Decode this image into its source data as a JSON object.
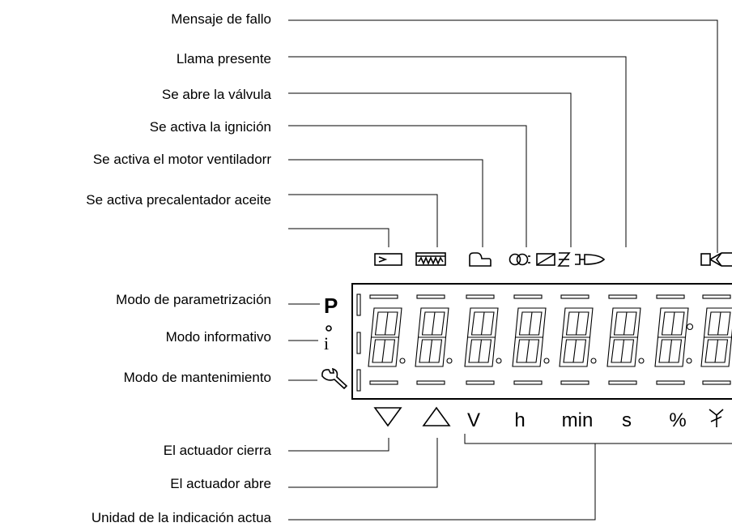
{
  "labels": {
    "fault_message": "Mensaje de fallo",
    "flame_present": "Llama presente",
    "valve_opens": "Se abre la válvula",
    "ignition_on": "Se activa la ignición",
    "fan_motor_on": "Se activa el motor ventiladorr",
    "oil_preheater_on": "Se activa precalentador aceite",
    "parametrization_mode": "Modo de parametrización",
    "info_mode": "Modo informativo",
    "service_mode": "Modo de mantenimiento",
    "actuator_closes": "El actuador cierra",
    "actuator_opens": "El actuador abre",
    "current_unit": "Unidad de la indicación actua"
  },
  "mode_symbols": {
    "parametrization": "P",
    "info": "i"
  },
  "units": [
    "V",
    "h",
    "min",
    "s",
    "%"
  ],
  "icons": {
    "oil_preheater": "preheater-icon",
    "heater_coil": "heating-coil-icon",
    "fan_motor": "fan-icon",
    "ignition": "ignition-transformer-icon",
    "valve": "valve-icon",
    "flame": "flame-icon",
    "fault": "fault-relay-icon",
    "actuator_close": "triangle-down-icon",
    "actuator_open": "triangle-up-icon",
    "service": "wrench-icon",
    "unit_extra": "flame-symbol-icon"
  }
}
